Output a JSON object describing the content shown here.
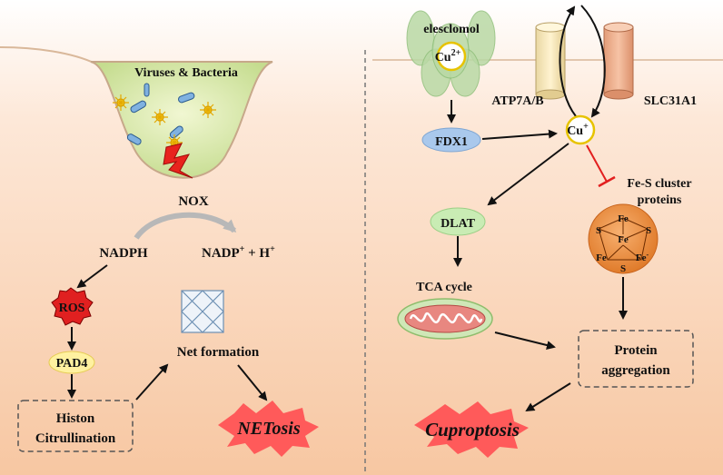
{
  "left": {
    "pathogen_label": "Viruses & Bacteria",
    "nox": "NOX",
    "nadph": "NADPH",
    "nadp_main": "NADP",
    "nadp_sup": "+",
    "nadp_plus": " + H",
    "nadp_h_sup": "+",
    "ros": "ROS",
    "pad4": "PAD4",
    "histon_line1": "Histon",
    "histon_line2": "Citrullination",
    "net_formation": "Net formation",
    "netosis": "NETosis"
  },
  "right": {
    "elesclomol": "elesclomol",
    "cu2": "Cu",
    "cu2_sup": "2+",
    "atp7": "ATP7A/B",
    "slc31": "SLC31A1",
    "fdx1": "FDX1",
    "cu1": "Cu",
    "cu1_sup": "+",
    "fes_line1": "Fe-S cluster",
    "fes_line2": "proteins",
    "dlat": "DLAT",
    "tca": "TCA cycle",
    "protein_line1": "Protein",
    "protein_line2": "aggregation",
    "cuproptosis": "Cuproptosis",
    "cluster": {
      "fe_top": "Fe",
      "fe_center": "Fe",
      "fe_left": "Fe",
      "fe_right": "Fe",
      "fe_right_sup": "-",
      "s_left": "S",
      "s_right": "S",
      "s_bottom": "S"
    }
  },
  "colors": {
    "panel_top": "#ffffff",
    "panel_bottom": "#f5c6a0",
    "ros": "#e02020",
    "netosis_burst": "#ff5a5a",
    "fdx1": "#a9c8ec",
    "dlat": "#c9ecb4",
    "pad4": "#fff1a0",
    "cluster": "#e8883a",
    "inhibition": "#e21f1f"
  }
}
